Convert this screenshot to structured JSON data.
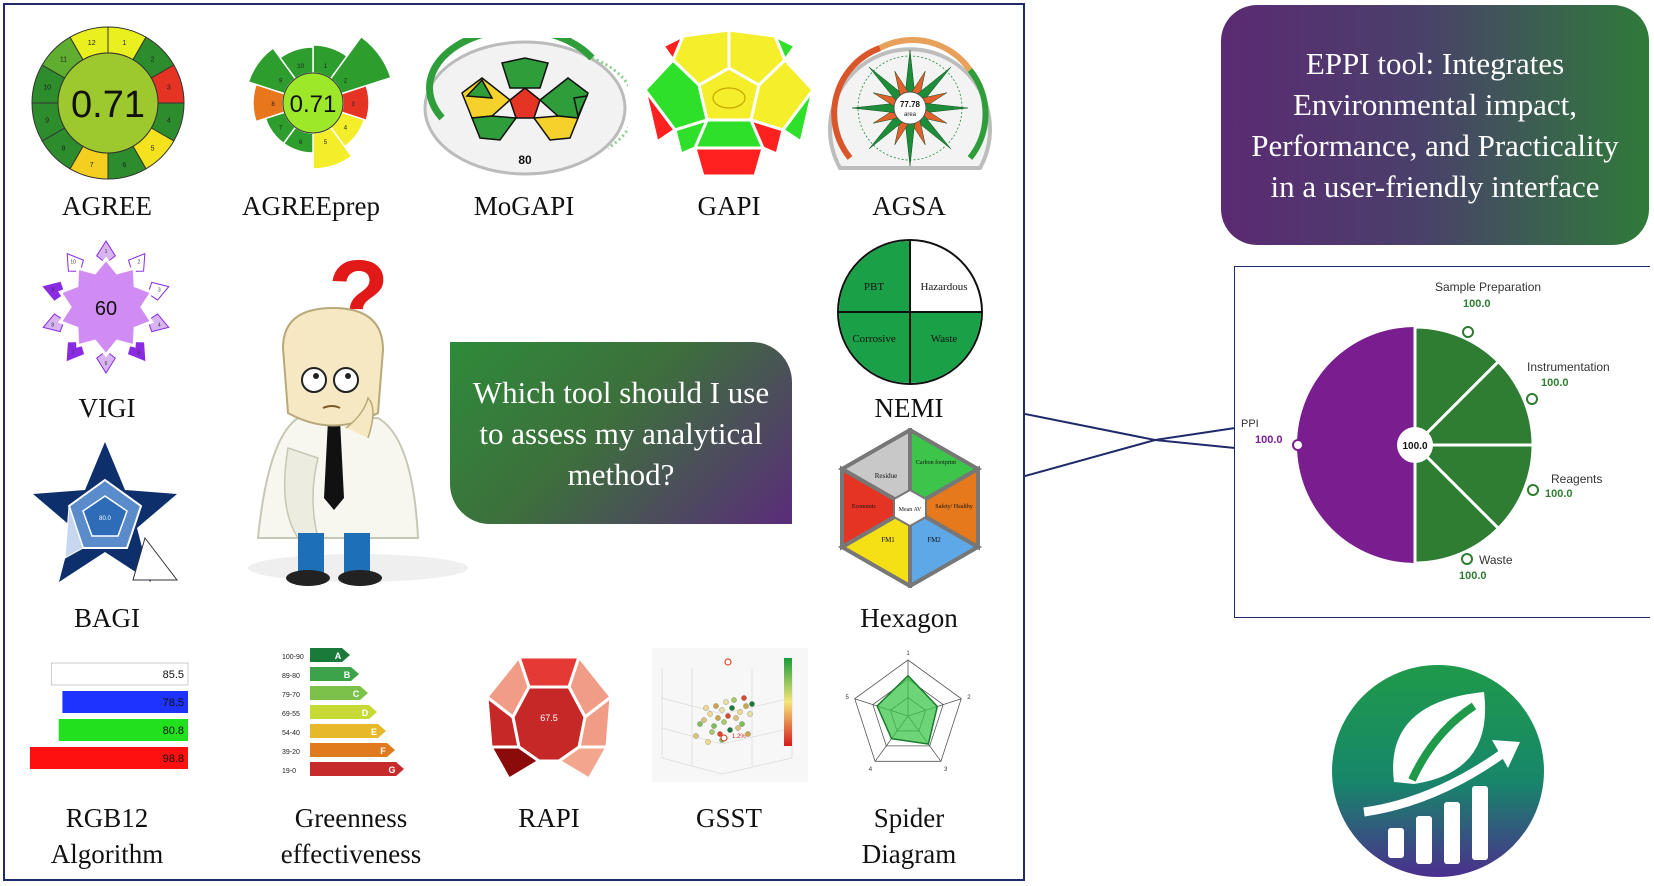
{
  "tools": {
    "agree": "AGREE",
    "agreeprep": "AGREEprep",
    "mogapi": "MoGAPI",
    "gapi": "GAPI",
    "agsa": "AGSA",
    "vigi": "VIGI",
    "nemi": "NEMI",
    "bagi": "BAGI",
    "hexagon": "Hexagon",
    "rgb12_line1": "RGB12",
    "rgb12_line2": "Algorithm",
    "greenness_line1": "Greenness",
    "greenness_line2": "effectiveness",
    "rapi": "RAPI",
    "gsst": "GSST",
    "spider_line1": "Spider",
    "spider_line2": "Diagram"
  },
  "question": "Which tool should I use to assess my analytical method?",
  "eppi_description": "EPPI tool: Integrates Environmental impact, Performance, and Practicality in a user-friendly interface",
  "agree_chart": {
    "score": "0.71",
    "segments": [
      "1",
      "2",
      "3",
      "4",
      "5",
      "6",
      "7",
      "8",
      "9",
      "10",
      "11",
      "12"
    ]
  },
  "agreeprep_chart": {
    "score": "0.71",
    "segments": [
      "1",
      "2",
      "3",
      "4",
      "5",
      "6",
      "7",
      "8",
      "9",
      "10"
    ]
  },
  "mogapi_chart": {
    "score": "80"
  },
  "agsa_chart": {
    "score": "77.78",
    "unit": "area"
  },
  "vigi_chart": {
    "score": "60",
    "segments": [
      "1",
      "2",
      "3",
      "4",
      "5",
      "6",
      "7",
      "8",
      "9",
      "10"
    ]
  },
  "nemi_chart": {
    "quadrants": [
      "PBT",
      "Hazardous",
      "Corrosive",
      "Waste"
    ]
  },
  "hexagon_chart": {
    "center": "Mean AV",
    "sectors": [
      "Residue",
      "Carbon footprint",
      "Safety/ Healthy",
      "FM2",
      "FM1",
      "Economic"
    ]
  },
  "bagi_chart": {
    "score": "80.0"
  },
  "rgb12_chart": {
    "bars": [
      {
        "value": "85.5",
        "color": "#ffffff"
      },
      {
        "value": "78.5",
        "color": "#1e33ff"
      },
      {
        "value": "80.8",
        "color": "#22e01e"
      },
      {
        "value": "98.8",
        "color": "#ff1010"
      }
    ]
  },
  "greenness_chart": {
    "ranges": [
      "100-90",
      "89-80",
      "79-70",
      "69-55",
      "54-40",
      "39-20",
      "19-0"
    ],
    "grades": [
      "A",
      "B",
      "C",
      "D",
      "E",
      "F",
      "G"
    ]
  },
  "rapi_chart": {
    "score": "67.5"
  },
  "gsst_chart": {
    "annotation": "1.2%"
  },
  "spider_chart": {
    "axes": [
      "1",
      "2",
      "3",
      "4",
      "5"
    ]
  },
  "eppi_chart": {
    "center": "100.0",
    "ppi": {
      "label": "PPI",
      "value": "100.0"
    },
    "sample_preparation": {
      "label": "Sample Preparation",
      "value": "100.0"
    },
    "instrumentation": {
      "label": "Instrumentation",
      "value": "100.0"
    },
    "reagents": {
      "label": "Reagents",
      "value": "100.0"
    },
    "waste": {
      "label": "Waste",
      "value": "100.0"
    }
  },
  "colors": {
    "green": "#2e7d32",
    "purple": "#7a1e8f",
    "navy": "#1f2a6b"
  }
}
